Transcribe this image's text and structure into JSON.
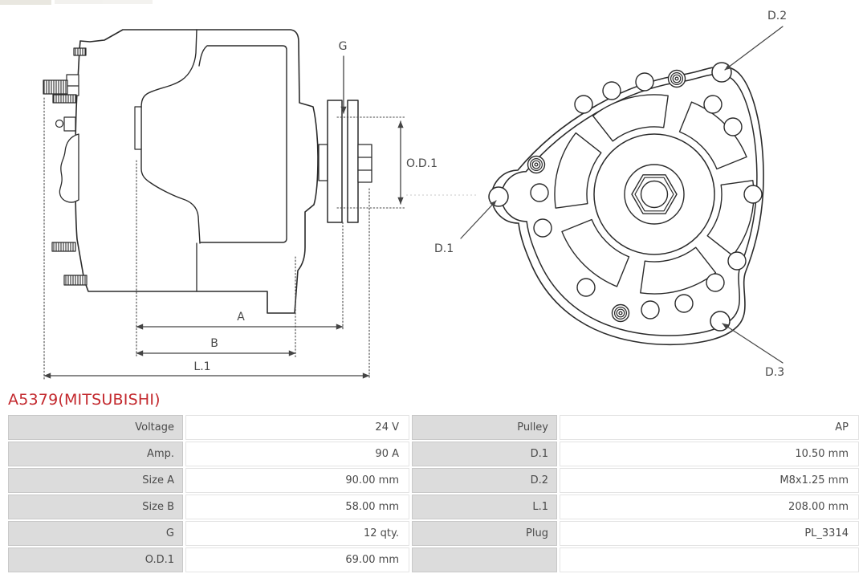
{
  "part": {
    "number": "A5379(MITSUBISHI)"
  },
  "diagram": {
    "labels": {
      "g": "G",
      "od1": "O.D.1",
      "a": "A",
      "b": "B",
      "l1": "L.1",
      "d1": "D.1",
      "d2": "D.2",
      "d3": "D.3"
    }
  },
  "spec_table": {
    "rows": [
      {
        "l1": "Voltage",
        "v1": "24 V",
        "l2": "Pulley",
        "v2": "AP"
      },
      {
        "l1": "Amp.",
        "v1": "90 A",
        "l2": "D.1",
        "v2": "10.50 mm"
      },
      {
        "l1": "Size A",
        "v1": "90.00 mm",
        "l2": "D.2",
        "v2": "M8x1.25 mm"
      },
      {
        "l1": "Size B",
        "v1": "58.00 mm",
        "l2": "L.1",
        "v2": "208.00 mm"
      },
      {
        "l1": "G",
        "v1": "12 qty.",
        "l2": "Plug",
        "v2": "PL_3314"
      },
      {
        "l1": "O.D.1",
        "v1": "69.00 mm",
        "l2": "",
        "v2": ""
      }
    ]
  },
  "colors": {
    "accent_red": "#c3282d",
    "drawing_line": "#2b2b2b",
    "dimension_line": "#444444",
    "label_cell_bg": "#dcdcdc",
    "label_cell_border": "#c9c9c9",
    "value_cell_border": "#e4e4e4",
    "text": "#4a4a4a"
  }
}
